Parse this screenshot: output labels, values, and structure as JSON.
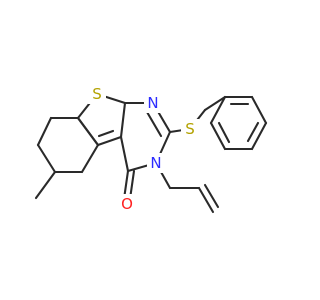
{
  "molecule": {
    "atoms": {
      "sulfur_thiophene": {
        "symbol": "S",
        "color": "#b3a200"
      },
      "nitrogen_ring": {
        "symbol": "N",
        "color": "#2d2dff"
      },
      "sulfur_thioether": {
        "symbol": "S",
        "color": "#b3a200"
      },
      "nitrogen_allyl": {
        "symbol": "N",
        "color": "#2d2dff"
      },
      "oxygen_carbonyl": {
        "symbol": "O",
        "color": "#ff2020"
      }
    },
    "bond_color": "#2a2a2a"
  }
}
